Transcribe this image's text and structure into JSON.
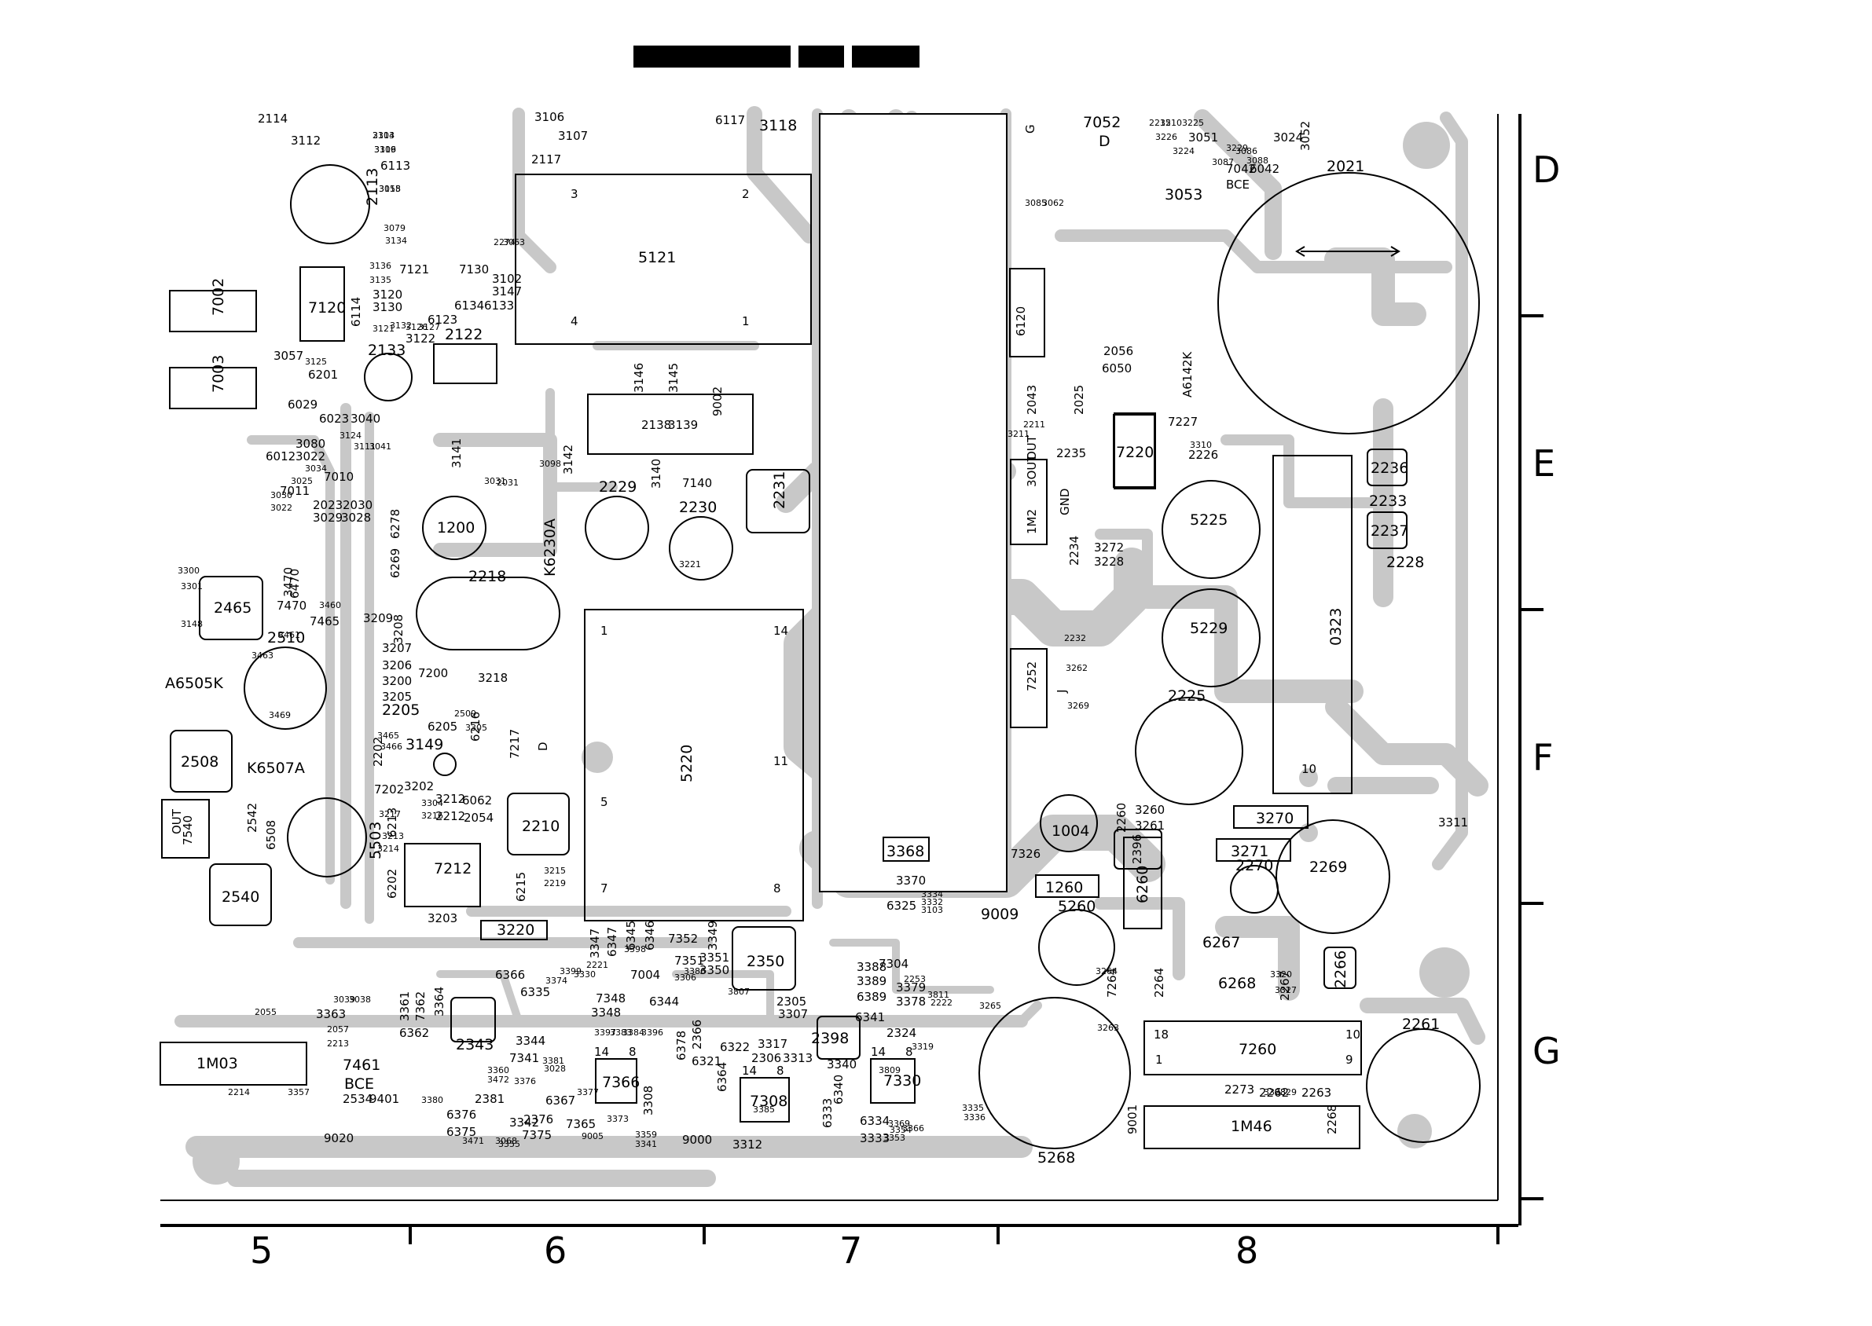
{
  "colors": {
    "copper": "#c8c8c8",
    "ink": "#000000",
    "board": "#ffffff"
  },
  "header_bars": [
    "",
    "",
    ""
  ],
  "grid": {
    "columns": [
      "5",
      "6",
      "7",
      "8"
    ],
    "rows": [
      "D",
      "E",
      "F",
      "G"
    ]
  },
  "components": {
    "c2021": "2021",
    "c5121": "5121",
    "c5220": "5220",
    "c1200": "1200",
    "c2218": "2218",
    "c2510": "2510",
    "c2465": "2465",
    "c2508": "2508",
    "c2540": "2540",
    "c2229": "2229",
    "c2230": "2230",
    "c2231": "2231",
    "c5225": "5225",
    "c5229": "5229",
    "c2225": "2225",
    "c0323": "0323",
    "c3270": "3270",
    "c3271": "3271",
    "c2270": "2270",
    "c2269": "2269",
    "c1004": "1004",
    "c1260": "1260",
    "c5260": "5260",
    "c9009": "9009",
    "c5268": "5268",
    "c7260": "7260",
    "c2261": "2261",
    "c1M46": "1M46",
    "c1M03": "1M03",
    "c7461": "7461",
    "c2350": "2350",
    "c2398": "2398",
    "c7366": "7366",
    "c7308": "7308",
    "c7330": "7330",
    "c2343": "2343",
    "c7212": "7212",
    "c2210": "2210",
    "c3220": "3220",
    "c7052": "7052",
    "c3053": "3053",
    "c7002": "7002",
    "c7003": "7003",
    "c7120": "7120",
    "c2133": "2133",
    "c2122": "2122",
    "c2113": "2113",
    "c3118": "3118",
    "c6117": "6117",
    "c7220": "7220",
    "c6267": "6267",
    "c6268": "6268",
    "c2266": "2266",
    "c2236": "2236",
    "c2237": "2237",
    "c2233": "2233",
    "c2228": "2228",
    "c3311": "3311",
    "c6505": "A6505K",
    "c6507": "K6507A",
    "c6230": "K6230A",
    "c6142": "A6142K",
    "c6260": "6260",
    "c3368": "3368",
    "c3370": "3370",
    "c6325": "6325",
    "c2205": "2205",
    "c3218": "3218",
    "c7200": "7200",
    "c7217": "7217",
    "c3149": "3149",
    "c5503": "5503",
    "c3209": "3209",
    "c3208": "3208",
    "c3207": "3207",
    "c3206": "3206",
    "c3205": "3205",
    "c3200": "3200",
    "c7540": "7540",
    "c2542": "2542",
    "c6366": "6366",
    "c7004": "7004",
    "c6344": "6344",
    "c7304": "7304",
    "c6341": "6341",
    "c6340": "6340",
    "c9000": "9000",
    "c3312": "3312",
    "c9020": "9020",
    "c2534": "2534",
    "c9401": "9401",
    "c6362": "6362",
    "c2043": "2043",
    "c2025": "2025",
    "c2235": "2235",
    "c2234": "2234",
    "c3272": "3272",
    "c3228": "3228",
    "c2226": "2226",
    "c7227": "7227",
    "c6050": "6050",
    "c2056": "2056",
    "c6120": "6120",
    "c3024": "3024",
    "c3052": "3052",
    "c3051": "3051",
    "c6042": "6042",
    "c7042": "7042",
    "c3146": "3146",
    "c3145": "3145",
    "c9002": "9002",
    "c2138": "2138",
    "c3139": "3139",
    "c3140": "3140",
    "c7140": "7140",
    "c2114": "2114",
    "c3112": "3112",
    "c3107": "3107",
    "c2117": "2117",
    "c3106": "3106",
    "c6113": "6113",
    "c7121": "7121",
    "c7130": "7130",
    "c6123": "6123",
    "c6134": "6134",
    "c6133": "6133",
    "c3122": "3122",
    "c3120": "3120",
    "c3130": "3130",
    "c6114": "6114",
    "c3057": "3057",
    "c6201": "6201",
    "c6029": "6029",
    "c6023": "6023",
    "c3040": "3040",
    "c6012": "6012",
    "c3080": "3080",
    "c3022": "3022",
    "c7010": "7010",
    "c7011": "7011",
    "c2023": "2023",
    "c3029": "3029",
    "c3028": "3028",
    "c2030": "2030",
    "c3141": "3141",
    "c6278": "6278",
    "c6269": "6269",
    "c3142": "3142",
    "c3147": "3147",
    "c3102": "3102",
    "c2262": "2262",
    "c2263": "2263",
    "c2268": "2268",
    "c9001": "9001",
    "c2273": "2273",
    "c2264": "2264",
    "c7264": "7264",
    "c2267": "2267",
    "c2260": "2260",
    "c3260": "3260",
    "c3261": "3261",
    "c7326": "7326",
    "c3363": "3363",
    "c3364": "3364",
    "c3361": "3361",
    "c7362": "7362",
    "c3344": "3344",
    "c7341": "7341",
    "c3342": "3342",
    "c6376": "6376",
    "c6375": "6375",
    "c2381": "2381",
    "c7375": "7375",
    "c2376": "2376",
    "c7365": "7365",
    "c6367": "6367",
    "c6335": "6335",
    "c3348": "3348",
    "c3347": "3347",
    "c7348": "7348",
    "c6345": "6345",
    "c6347": "6347",
    "c6346": "6346",
    "c3351": "3351",
    "c3350": "3350",
    "c7351": "7351",
    "c7352": "7352",
    "c3349": "3349",
    "c3317": "3317",
    "c2306": "2306",
    "c3313": "3313",
    "c6322": "6322",
    "c6321": "6321",
    "c6364": "6364",
    "c6378": "6378",
    "c2366": "2366",
    "c3308": "3308",
    "c3307": "3307",
    "c2305": "2305",
    "c6333": "6333",
    "c6334": "6334",
    "c3333": "3333",
    "c3340": "3340",
    "c2324": "2324",
    "c6389": "6389",
    "c3389": "3389",
    "c3388": "3388",
    "c3378": "3378",
    "c3379": "3379",
    "c6202": "6202",
    "c6213": "6213",
    "c6215": "6215",
    "c6216": "6216",
    "c6205": "6205",
    "c6062": "6062",
    "c2054": "2054",
    "c2212": "2212",
    "c3212": "3212",
    "c3202": "3202",
    "c7202": "7202",
    "c3203": "3203",
    "c2202": "2202",
    "c3470": "3470",
    "c7470": "7470",
    "c6470": "6470",
    "c7465": "7465",
    "c6508": "6508",
    "c2396": "2396",
    "c7252": "7252",
    "c1M2": "1M2",
    "c3T": "3OUT",
    "c3T2": "GND",
    "c3T3": "OUT",
    "c3T4": "BCE",
    "c3T5": "BCE",
    "c3T6": "D",
    "c3T7": "D",
    "c3T8": "G",
    "c3T9": "J",
    "c7540o": "OUT"
  },
  "pins": {
    "p3": "3",
    "p2": "2",
    "p4": "4",
    "p1": "1",
    "p14": "14",
    "p11": "11",
    "p5": "5",
    "p7": "7",
    "p8": "8",
    "p10": "10",
    "p18": "18",
    "p9": "9"
  },
  "fine_print": [
    "3113",
    "3116",
    "3115",
    "3079",
    "3134",
    "2274",
    "3063",
    "3136",
    "3135",
    "3121",
    "3132",
    "3126",
    "3127",
    "3125",
    "3124",
    "3111",
    "3041",
    "3034",
    "3025",
    "3030",
    "3022",
    "3031",
    "2031",
    "3098",
    "3300",
    "3301",
    "3148",
    "3460",
    "3461",
    "3463",
    "3469",
    "3465",
    "3466",
    "2509",
    "3305",
    "3304",
    "3216",
    "3217",
    "3213",
    "3214",
    "3215",
    "2219",
    "3211",
    "2211",
    "2215",
    "3210",
    "3225",
    "3226",
    "3224",
    "3229",
    "3086",
    "3087",
    "3088",
    "3085",
    "3062",
    "2055",
    "3039",
    "3038",
    "2057",
    "2213",
    "2214",
    "3357",
    "3360",
    "3472",
    "3471",
    "3068",
    "3355",
    "3380",
    "3381",
    "3376",
    "3028",
    "3377",
    "3373",
    "9005",
    "3359",
    "3341",
    "3374",
    "3399",
    "3330",
    "3397",
    "3383",
    "3384",
    "3396",
    "3398",
    "3306",
    "3386",
    "3807",
    "3385",
    "3809",
    "3369",
    "3354",
    "3353",
    "3366",
    "3319",
    "3335",
    "3336",
    "3334",
    "3332",
    "3103",
    "3320",
    "3327",
    "3328",
    "3329",
    "3265",
    "3264",
    "3263",
    "3262",
    "3269",
    "2232",
    "3221",
    "2221",
    "2222",
    "2253",
    "3811",
    "3310",
    "2304",
    "3309",
    "3058"
  ]
}
